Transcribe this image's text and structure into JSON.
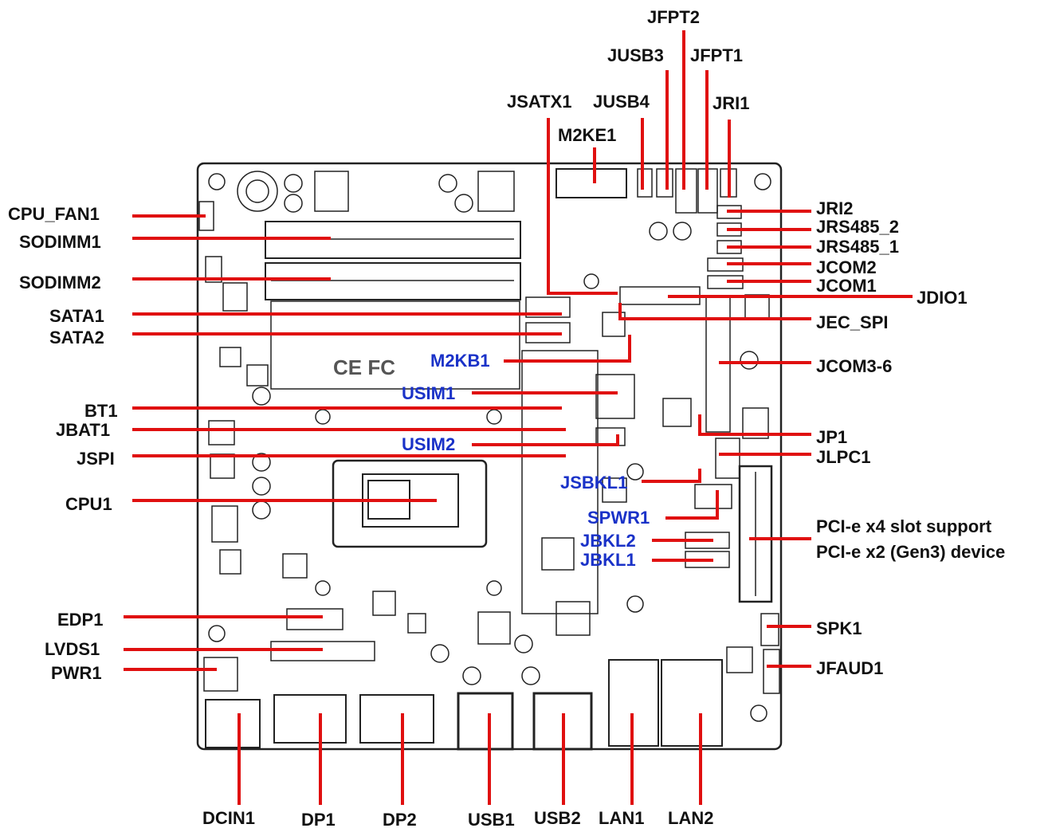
{
  "colors": {
    "leader": "#e01010",
    "board": "#222222",
    "blue_label": "#1a32c8",
    "black_label": "#111111"
  },
  "labels": {
    "jfpt2": "JFPT2",
    "jusb3": "JUSB3",
    "jfpt1": "JFPT1",
    "jsatx1": "JSATX1",
    "jusb4": "JUSB4",
    "jri1": "JRI1",
    "m2ke1": "M2KE1",
    "cpu_fan1": "CPU_FAN1",
    "sodimm1": "SODIMM1",
    "sodimm2": "SODIMM2",
    "sata1": "SATA1",
    "sata2": "SATA2",
    "bt1": "BT1",
    "jbat1": "JBAT1",
    "jspi": "JSPI",
    "cpu1": "CPU1",
    "edp1": "EDP1",
    "lvds1": "LVDS1",
    "pwr1": "PWR1",
    "jri2": "JRI2",
    "jrs485_2": "JRS485_2",
    "jrs485_1": "JRS485_1",
    "jcom2": "JCOM2",
    "jcom1": "JCOM1",
    "jdio1": "JDIO1",
    "jec_spi": "JEC_SPI",
    "jcom3_6": "JCOM3-6",
    "jp1": "JP1",
    "jlpc1": "JLPC1",
    "pcie_line1": "PCI-e x4 slot support",
    "pcie_line2": "PCI-e x2 (Gen3) device",
    "spk1": "SPK1",
    "jfaud1": "JFAUD1",
    "m2kb1": "M2KB1",
    "usim1": "USIM1",
    "usim2": "USIM2",
    "jsbkl1": "JSBKL1",
    "spwr1": "SPWR1",
    "jbkl2": "JBKL2",
    "jbkl1": "JBKL1",
    "dcin1": "DCIN1",
    "dp1": "DP1",
    "dp2": "DP2",
    "usb1": "USB1",
    "usb2": "USB2",
    "lan1": "LAN1",
    "lan2": "LAN2",
    "board_marks": "CE FC"
  }
}
